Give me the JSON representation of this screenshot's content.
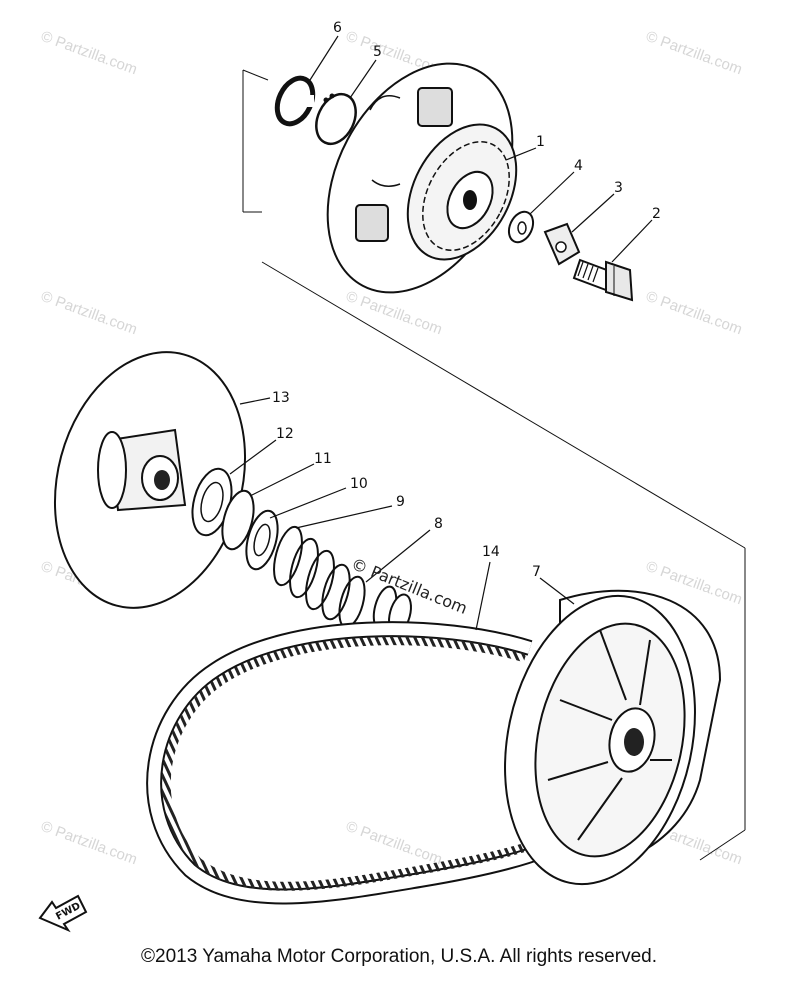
{
  "callouts": {
    "c1": "1",
    "c2": "2",
    "c3": "3",
    "c4": "4",
    "c5": "5",
    "c6": "6",
    "c7": "7",
    "c8": "8",
    "c9": "9",
    "c10": "10",
    "c11": "11",
    "c12": "12",
    "c13": "13",
    "c14": "14"
  },
  "watermark": "© Partzilla.com",
  "center_watermark": "© Partzilla.com",
  "fwd_label": "FWD",
  "copyright": "©2013  Yamaha Motor Corporation, U.S.A. All rights reserved."
}
